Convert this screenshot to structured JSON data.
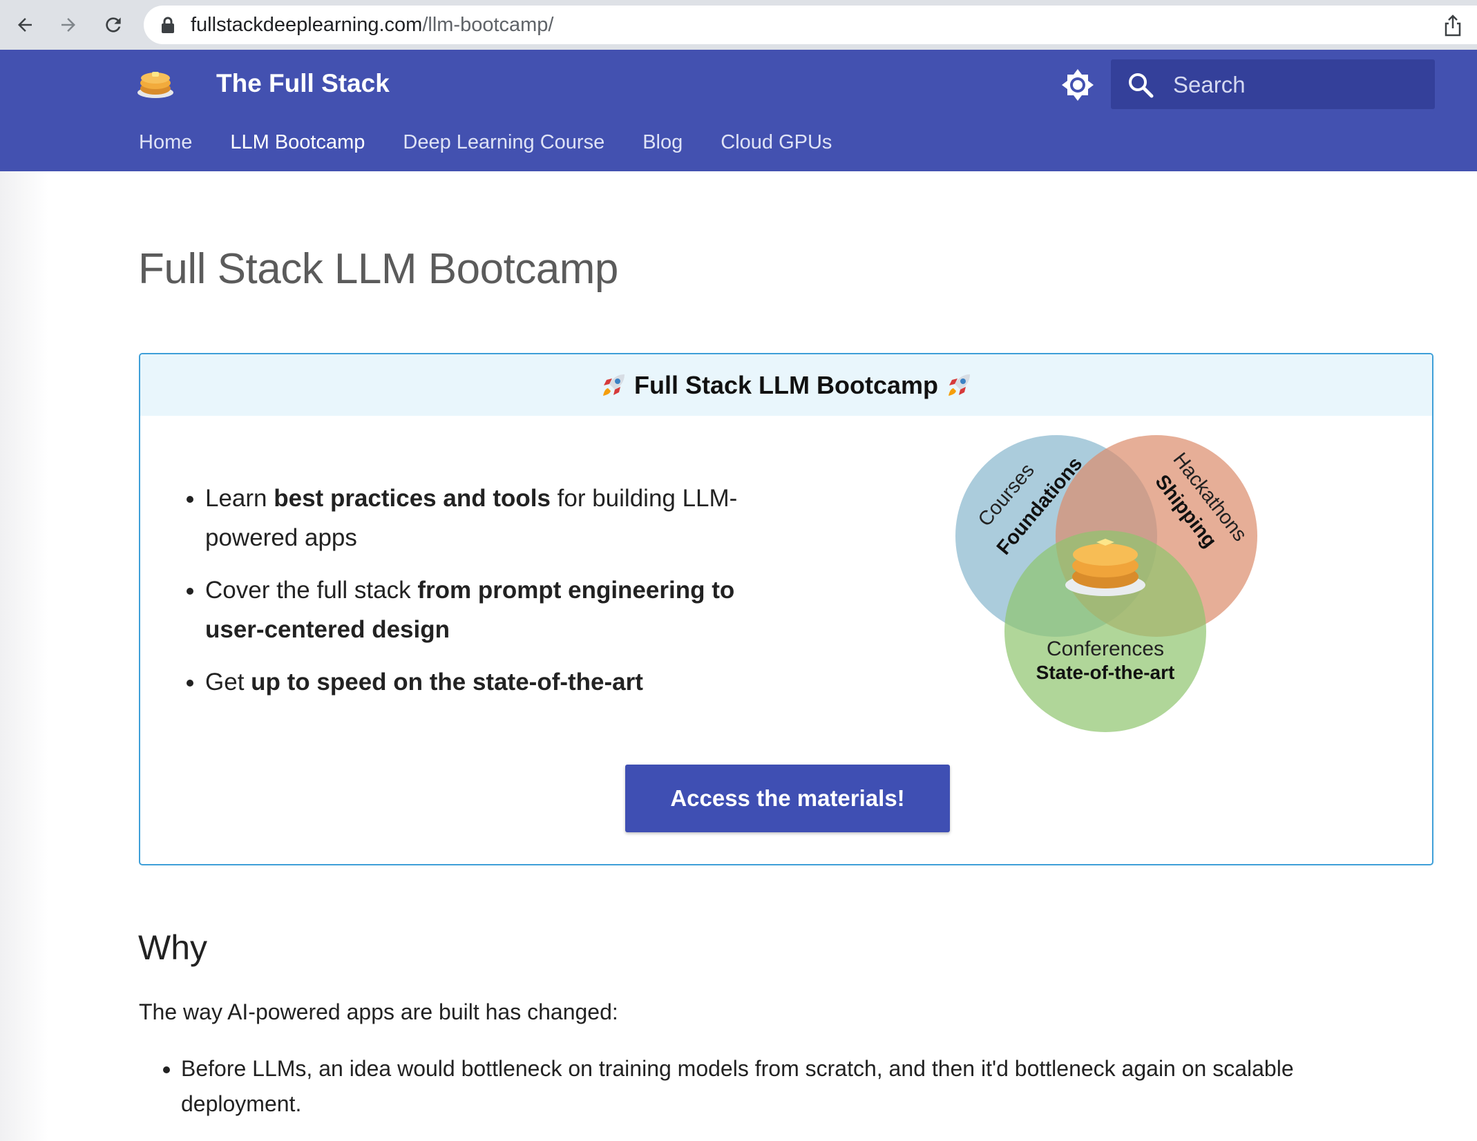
{
  "browser": {
    "url_host": "fullstackdeeplearning.com",
    "url_path": "/llm-bootcamp/"
  },
  "header": {
    "site_title": "The Full Stack",
    "logo_icon": "pancakes-icon",
    "search_placeholder": "Search",
    "nav": [
      {
        "label": "Home",
        "active": false
      },
      {
        "label": "LLM Bootcamp",
        "active": true
      },
      {
        "label": "Deep Learning Course",
        "active": false
      },
      {
        "label": "Blog",
        "active": false
      },
      {
        "label": "Cloud GPUs",
        "active": false
      }
    ]
  },
  "main": {
    "page_title": "Full Stack LLM Bootcamp",
    "admonition": {
      "title": "Full Stack LLM Bootcamp",
      "title_icon": "rocket-icon",
      "bullets": [
        {
          "parts": [
            {
              "text": "Learn ",
              "bold": false
            },
            {
              "text": "best practices and tools",
              "bold": true
            },
            {
              "text": " for building LLM-powered apps",
              "bold": false
            }
          ]
        },
        {
          "parts": [
            {
              "text": "Cover the full stack ",
              "bold": false
            },
            {
              "text": "from prompt engineering to user-centered design",
              "bold": true
            }
          ]
        },
        {
          "parts": [
            {
              "text": "Get ",
              "bold": false
            },
            {
              "text": "up to speed on the state-of-the-art",
              "bold": true
            }
          ]
        }
      ],
      "venn": {
        "courses": "Courses",
        "foundations": "Foundations",
        "hackathons": "Hackathons",
        "shipping": "Shipping",
        "conferences": "Conferences",
        "state_of_art": "State-of-the-art"
      },
      "cta_label": "Access the materials!"
    },
    "why_heading": "Why",
    "why_intro": "The way AI-powered apps are built has changed:",
    "why_bullets": [
      "Before LLMs, an idea would bottleneck on training models from scratch, and then it'd bottleneck again on scalable deployment."
    ]
  },
  "colors": {
    "header_bg": "#4351b0",
    "accent": "#3f4fb3",
    "admonition_border": "#3e9fd8",
    "admonition_head_bg": "#e9f6fc",
    "venn_blue": "#9fc6d9",
    "venn_orange": "#e3a185",
    "venn_green": "#a9d48c"
  }
}
